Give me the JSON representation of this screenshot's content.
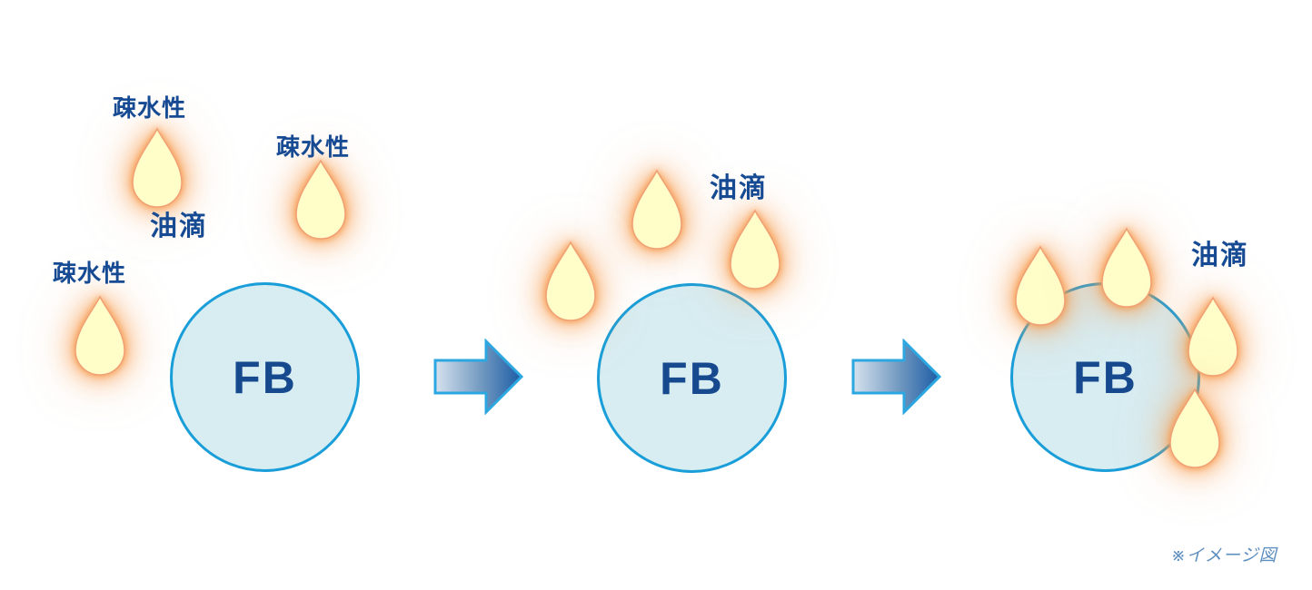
{
  "labels": {
    "hydrophobic": "疎水性",
    "oil_droplet": "油滴",
    "fine_bubble": "FB",
    "note": "※イメージ図"
  },
  "panels": [
    {
      "stage": 1,
      "circle_label": "FB",
      "droplet_count": 3
    },
    {
      "stage": 2,
      "circle_label": "FB",
      "droplet_count": 3
    },
    {
      "stage": 3,
      "circle_label": "FB",
      "droplet_count": 4
    }
  ],
  "colors": {
    "background": "#ffffff",
    "label_text": "#164a93",
    "fb_text": "#17498f",
    "circle_fill": "#d8edf2",
    "circle_border": "#1a9ed9",
    "droplet_fill": "#fffdc8",
    "droplet_stroke": "#f0a076",
    "droplet_glow": "#f69848",
    "arrow_border": "#2da7e0",
    "arrow_gradient_start": "#d6e2ee",
    "arrow_gradient_mid": "#6f97bf",
    "arrow_gradient_end": "#1b5ca6",
    "note_text": "#5d8fc0"
  }
}
